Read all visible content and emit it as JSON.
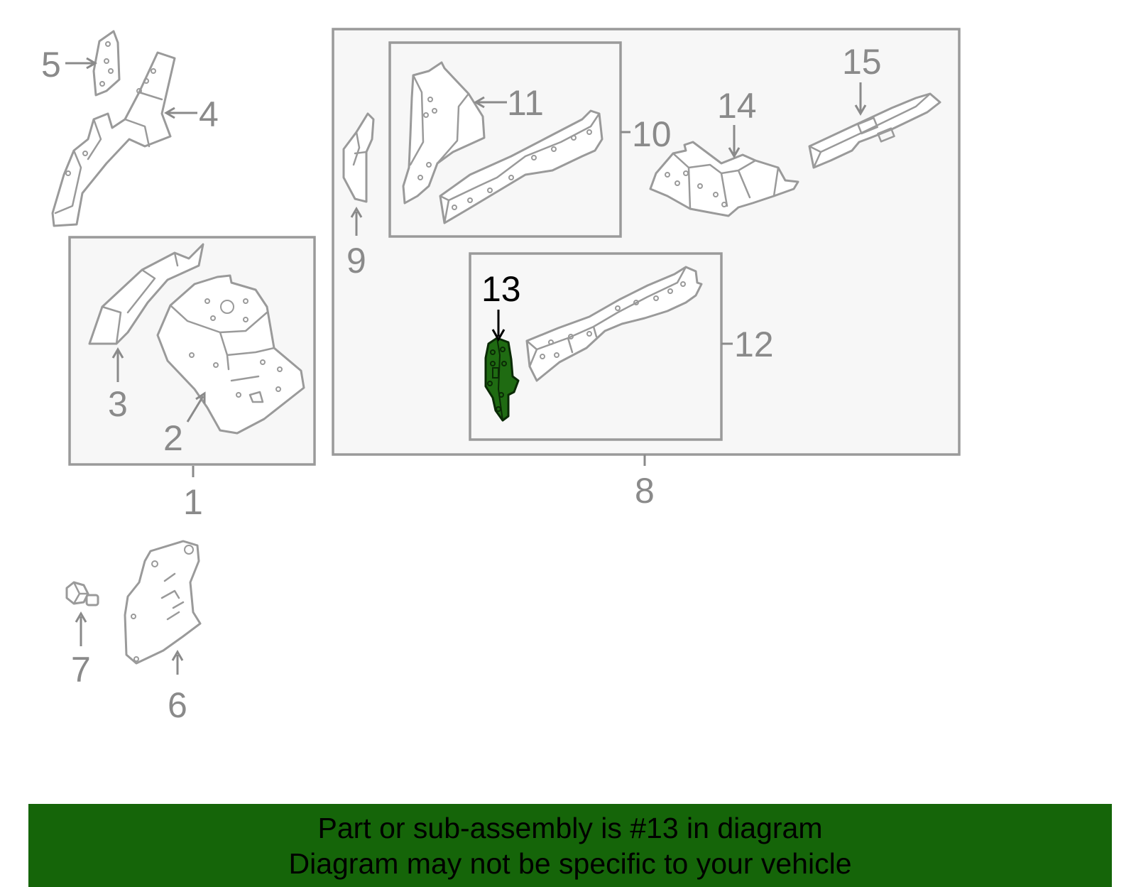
{
  "callouts": {
    "c1": "1",
    "c2": "2",
    "c3": "3",
    "c4": "4",
    "c5": "5",
    "c6": "6",
    "c7": "7",
    "c8": "8",
    "c9": "9",
    "c10": "10",
    "c11": "11",
    "c12": "12",
    "c13": "13",
    "c14": "14",
    "c15": "15"
  },
  "highlight": {
    "part": "13",
    "color": "#1f6b12"
  },
  "banner": {
    "line1": "Part or sub-assembly is #13 in diagram",
    "line2": "Diagram may not be specific to your vehicle",
    "background": "#156509"
  },
  "colors": {
    "line": "#9a9a9a",
    "box_fill": "#f7f7f7"
  }
}
